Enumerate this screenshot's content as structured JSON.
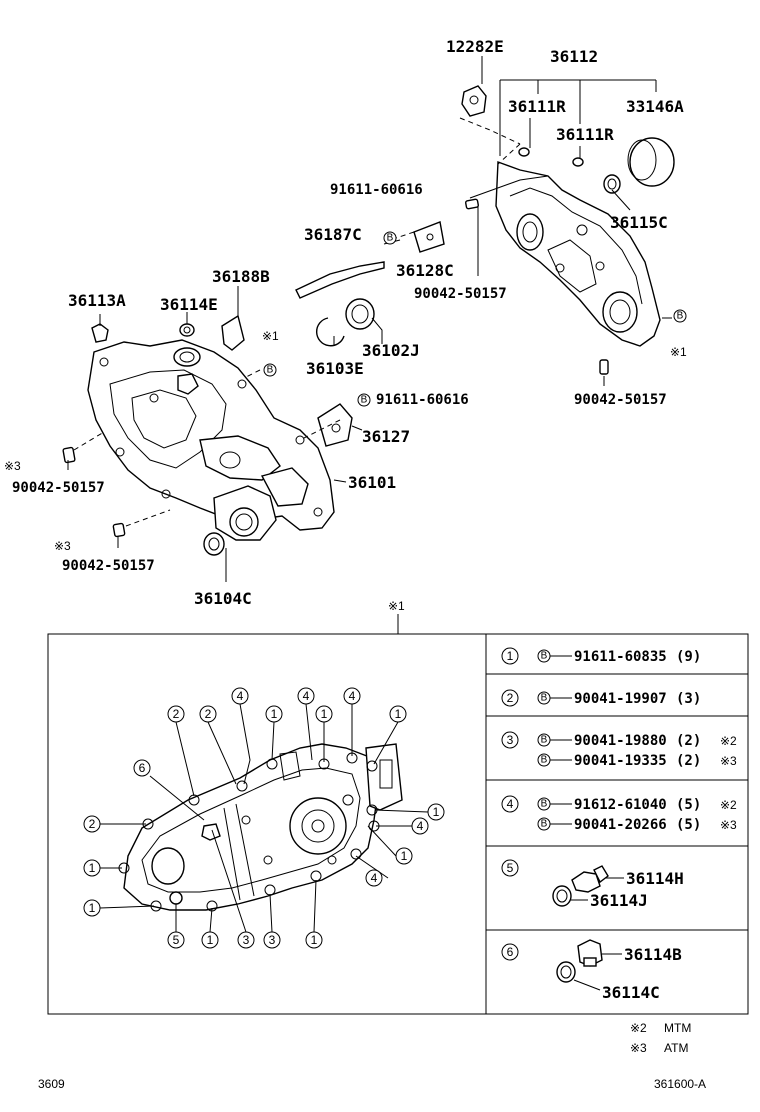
{
  "upper": {
    "labels": [
      {
        "id": "12282E",
        "text": "12282E"
      },
      {
        "id": "36112",
        "text": "36112"
      },
      {
        "id": "36111R_a",
        "text": "36111R"
      },
      {
        "id": "33146A",
        "text": "33146A"
      },
      {
        "id": "36111R_b",
        "text": "36111R"
      },
      {
        "id": "91611_60616_a",
        "text": "91611-60616"
      },
      {
        "id": "36187C",
        "text": "36187C"
      },
      {
        "id": "36115C",
        "text": "36115C"
      },
      {
        "id": "36128C",
        "text": "36128C"
      },
      {
        "id": "36188B",
        "text": "36188B"
      },
      {
        "id": "90042_50157_a",
        "text": "90042-50157"
      },
      {
        "id": "36113A",
        "text": "36113A"
      },
      {
        "id": "36114E",
        "text": "36114E"
      },
      {
        "id": "36102J",
        "text": "36102J"
      },
      {
        "id": "36103E",
        "text": "36103E"
      },
      {
        "id": "90042_50157_b",
        "text": "90042-50157"
      },
      {
        "id": "91611_60616_b",
        "text": "91611-60616"
      },
      {
        "id": "36127",
        "text": "36127"
      },
      {
        "id": "36101",
        "text": "36101"
      },
      {
        "id": "90042_50157_c",
        "text": "90042-50157"
      },
      {
        "id": "90042_50157_d",
        "text": "90042-50157"
      },
      {
        "id": "36104C",
        "text": "36104C"
      }
    ],
    "markers": {
      "note1": "※1",
      "note3": "※3",
      "bolt": "B"
    }
  },
  "detail": {
    "title_note": "※1",
    "legend": [
      {
        "num": "1",
        "lines": [
          {
            "part": "91611-60835",
            "qty": "(9)",
            "note": ""
          }
        ]
      },
      {
        "num": "2",
        "lines": [
          {
            "part": "90041-19907",
            "qty": "(3)",
            "note": ""
          }
        ]
      },
      {
        "num": "3",
        "lines": [
          {
            "part": "90041-19880",
            "qty": "(2)",
            "note": "※2"
          },
          {
            "part": "90041-19335",
            "qty": "(2)",
            "note": "※3"
          }
        ]
      },
      {
        "num": "4",
        "lines": [
          {
            "part": "91612-61040",
            "qty": "(5)",
            "note": "※2"
          },
          {
            "part": "90041-20266",
            "qty": "(5)",
            "note": "※3"
          }
        ]
      },
      {
        "num": "5",
        "parts": [
          "36114H",
          "36114J"
        ]
      },
      {
        "num": "6",
        "parts": [
          "36114B",
          "36114C"
        ]
      }
    ]
  },
  "footnotes": [
    {
      "mark": "※2",
      "text": "MTM"
    },
    {
      "mark": "※3",
      "text": "ATM"
    }
  ],
  "footer": {
    "left": "3609",
    "right": "361600-A"
  }
}
